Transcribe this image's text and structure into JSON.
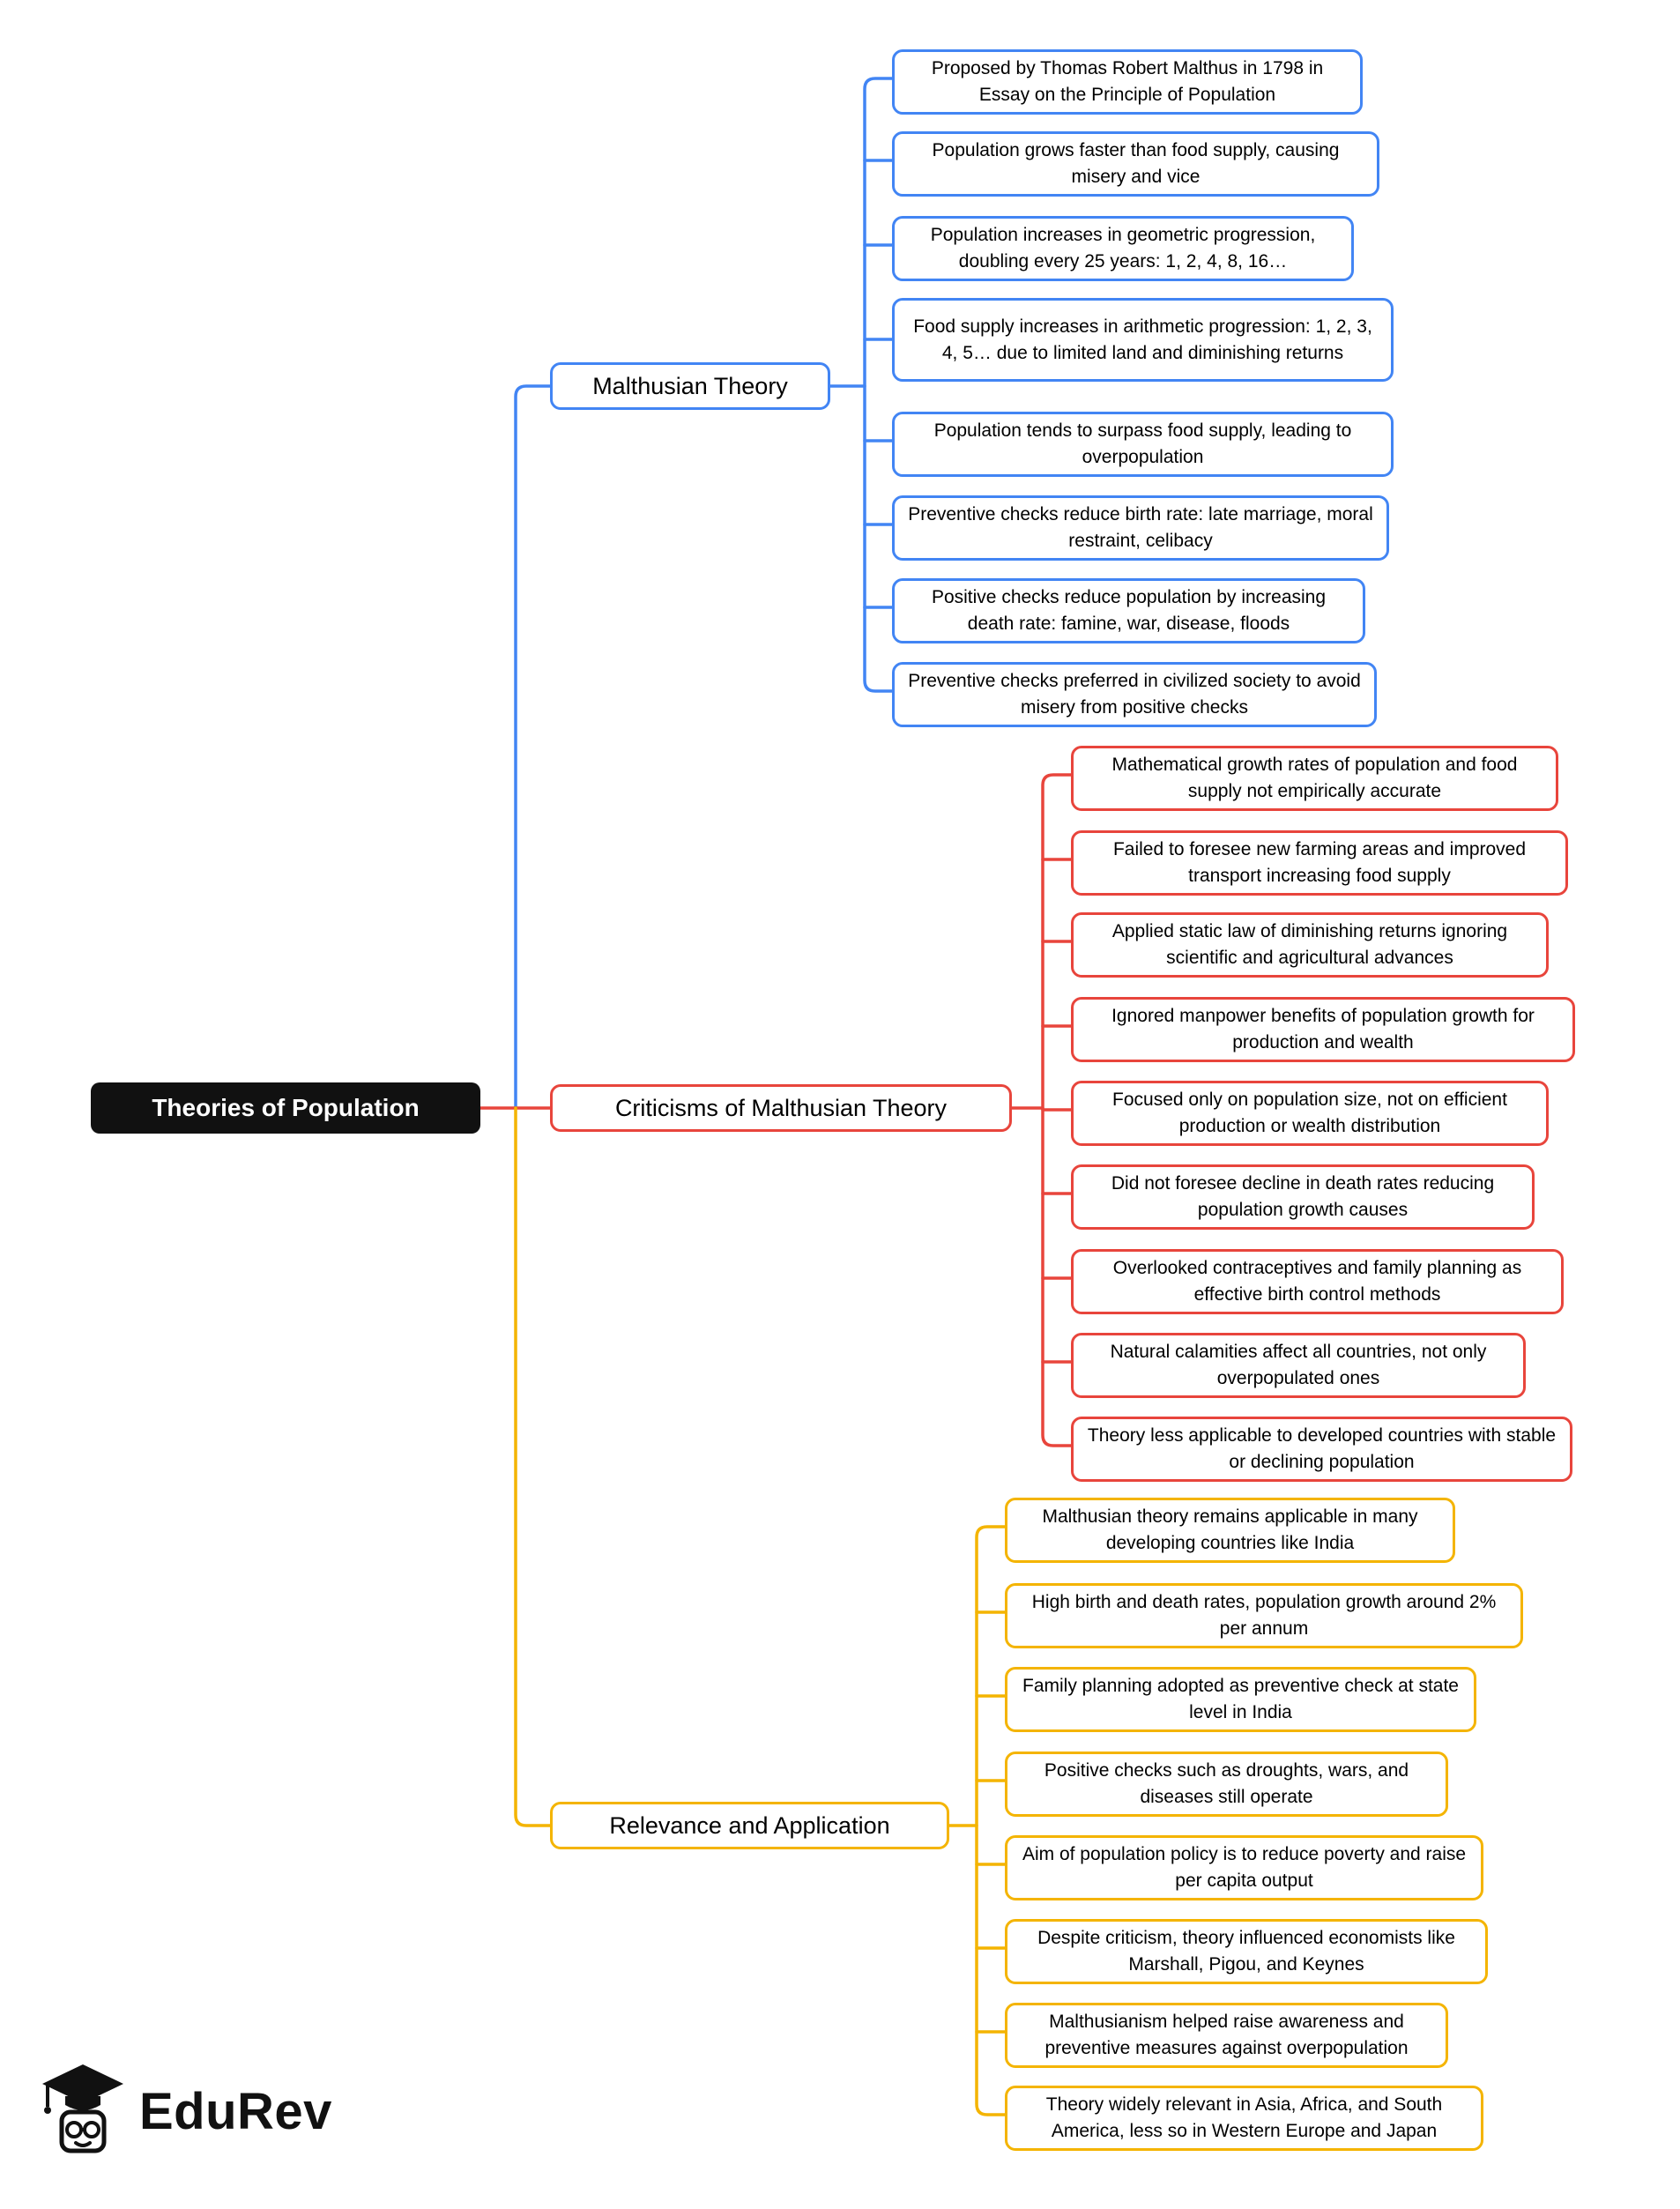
{
  "root": {
    "label": "Theories of Population",
    "bg": "#111111",
    "text_color": "#ffffff"
  },
  "branches": [
    {
      "label": "Malthusian Theory",
      "color": "#4285f4",
      "leaves": [
        "Proposed by Thomas Robert Malthus in 1798 in Essay on the Principle of Population",
        "Population grows faster than food supply, causing misery and vice",
        "Population increases in geometric progression, doubling every 25 years: 1, 2, 4, 8, 16…",
        "Food supply increases in arithmetic progression: 1, 2, 3, 4, 5… due to limited land and diminishing returns",
        "Population tends to surpass food supply, leading to overpopulation",
        "Preventive checks reduce birth rate: late marriage, moral restraint, celibacy",
        "Positive checks reduce population by increasing death rate: famine, war, disease, floods",
        "Preventive checks preferred in civilized society to avoid misery from positive checks"
      ]
    },
    {
      "label": "Criticisms of Malthusian Theory",
      "color": "#e8453c",
      "leaves": [
        "Mathematical growth rates of population and food supply not empirically accurate",
        "Failed to foresee new farming areas and improved transport increasing food supply",
        "Applied static law of diminishing returns ignoring scientific and agricultural advances",
        "Ignored manpower benefits of population growth for production and wealth",
        "Focused only on population size, not on efficient production or wealth distribution",
        "Did not foresee decline in death rates reducing population growth causes",
        "Overlooked contraceptives and family planning as effective birth control methods",
        "Natural calamities affect all countries, not only overpopulated ones",
        "Theory less applicable to developed countries with stable or declining population"
      ]
    },
    {
      "label": "Relevance and Application",
      "color": "#f4b400",
      "leaves": [
        "Malthusian theory remains applicable in many developing countries like India",
        "High birth and death rates, population growth around 2% per annum",
        "Family planning adopted as preventive check at state level in India",
        "Positive checks such as droughts, wars, and diseases still operate",
        "Aim of population policy is to reduce poverty and raise per capita output",
        "Despite criticism, theory influenced economists like Marshall, Pigou, and Keynes",
        "Malthusianism helped raise awareness and preventive measures against overpopulation",
        "Theory widely relevant in Asia, Africa, and South America, less so in Western Europe and Japan"
      ]
    }
  ],
  "logo": {
    "text": "EduRev"
  }
}
